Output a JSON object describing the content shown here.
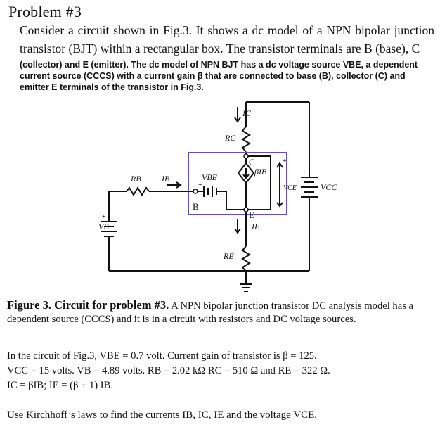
{
  "problem": {
    "title": "Problem #3",
    "intro": "Consider a circuit shown in Fig.3. It shows a dc model of a NPN bipolar junction transistor (BJT) within a rectangular box. The transistor terminals are B (base), C",
    "description": "(collector) and E (emitter). The dc model of NPN BJT has a dc voltage source VBE, a dependent current source (CCCS) with a current gain β that are connected to base (B), collector (C) and emitter E terminals of the transistor in Fig.3."
  },
  "figure": {
    "labels": {
      "rc": "RC",
      "ic": "IC",
      "rb": "RB",
      "ib": "IB",
      "vbe": "VBE",
      "beta_ib": "βIB",
      "vce": "VCE",
      "vcc": "VCC",
      "vb": "VB",
      "ie": "IE",
      "re": "RE",
      "b": "B",
      "c": "C",
      "e": "E",
      "plus": "+"
    },
    "caption_bold": "Figure 3. Circuit for problem #3.",
    "caption_text": "A NPN bipolar junction transistor DC analysis model has a dependent source (CCCS) and it is in a circuit with resistors and DC voltage sources."
  },
  "given": {
    "line1": "In the circuit of Fig.3, VBE = 0.7 volt. Current gain of transistor is β = 125.",
    "line2": "VCC = 15 volts. VB = 4.89 volts. RB = 2.02 kΩ RC = 510 Ω and RE = 322 Ω.",
    "line3": "IC = βIB; IE = (β + 1) IB."
  },
  "task": "Use Kirchhoff’s laws to find the currents IB, IC, IE and the voltage VCE."
}
